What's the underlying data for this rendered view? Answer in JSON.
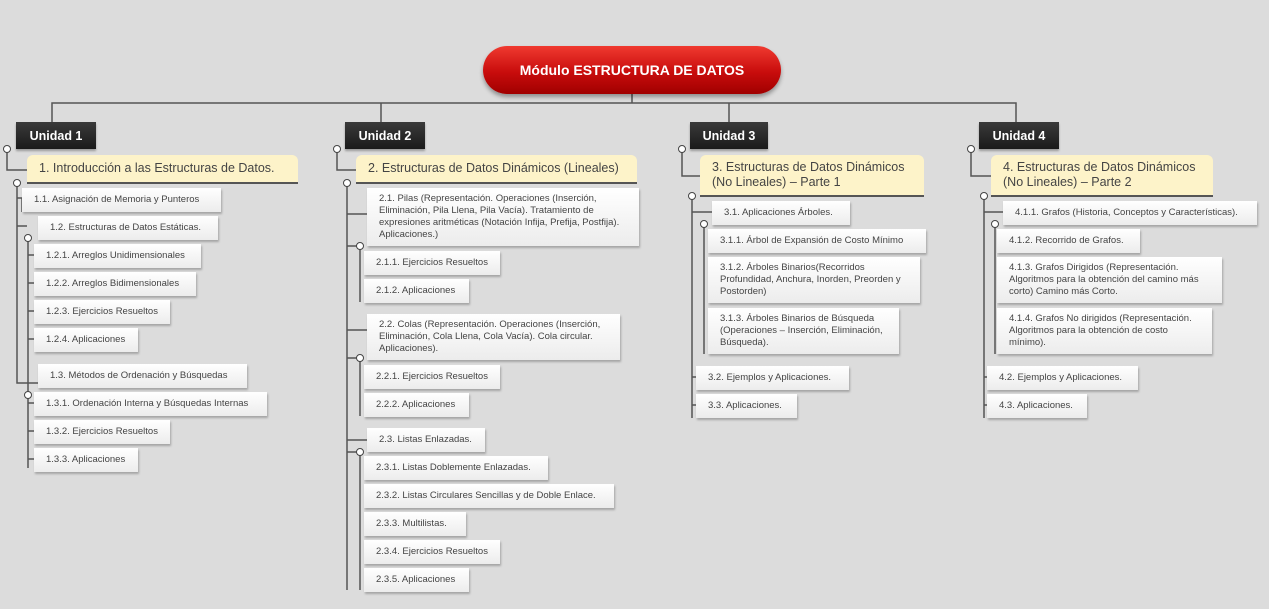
{
  "root": {
    "label": "Módulo ESTRUCTURA DE DATOS"
  },
  "units": [
    {
      "label": "Unidad 1",
      "topic": "1. Introducción a las Estructuras de Datos.",
      "items": [
        "1.1. Asignación de Memoria y Punteros",
        "1.2. Estructuras de Datos Estáticas.",
        "1.2.1. Arreglos Unidimensionales",
        "1.2.2. Arreglos Bidimensionales",
        "1.2.3. Ejercicios Resueltos",
        "1.2.4. Aplicaciones",
        "1.3. Métodos de Ordenación y Búsquedas",
        "1.3.1. Ordenación Interna y Búsquedas Internas",
        "1.3.2. Ejercicios Resueltos",
        "1.3.3. Aplicaciones"
      ]
    },
    {
      "label": "Unidad 2",
      "topic": "2. Estructuras de Datos Dinámicos (Lineales)",
      "items": [
        "2.1. Pilas (Representación. Operaciones (Inserción, Eliminación, Pila Llena, Pila Vacía). Tratamiento de expresiones aritméticas (Notación Infija, Prefija, Postfija). Aplicaciones.)",
        "2.1.1. Ejercicios Resueltos",
        "2.1.2. Aplicaciones",
        "2.2. Colas (Representación. Operaciones (Inserción, Eliminación, Cola Llena, Cola Vacía). Cola circular. Aplicaciones).",
        "2.2.1. Ejercicios Resueltos",
        "2.2.2. Aplicaciones",
        "2.3. Listas Enlazadas.",
        "2.3.1. Listas Doblemente Enlazadas.",
        "2.3.2. Listas Circulares Sencillas y de Doble Enlace.",
        "2.3.3. Multilistas.",
        "2.3.4. Ejercicios Resueltos",
        "2.3.5. Aplicaciones"
      ]
    },
    {
      "label": "Unidad 3",
      "topic": "3. Estructuras de Datos Dinámicos (No Lineales) – Parte 1",
      "items": [
        "3.1. Aplicaciones Árboles.",
        "3.1.1. Árbol de Expansión de Costo Mínimo",
        "3.1.2. Árboles Binarios(Recorridos Profundidad, Anchura, Inorden, Preorden y Postorden)",
        "3.1.3. Árboles Binarios de Búsqueda (Operaciones – Inserción, Eliminación, Búsqueda).",
        "3.2. Ejemplos y Aplicaciones.",
        "3.3. Aplicaciones."
      ]
    },
    {
      "label": "Unidad 4",
      "topic": "4. Estructuras de Datos Dinámicos (No Lineales) – Parte 2",
      "items": [
        "4.1.1. Grafos (Historia, Conceptos y Características).",
        "4.1.2. Recorrido de Grafos.",
        "4.1.3. Grafos Dirigidos (Representación. Algoritmos para la obtención del camino más corto) Camino más Corto.",
        "4.1.4. Grafos No dirigidos (Representación. Algoritmos para la obtención de costo mínimo).",
        "4.2. Ejemplos y Aplicaciones.",
        "4.3. Aplicaciones."
      ]
    }
  ]
}
